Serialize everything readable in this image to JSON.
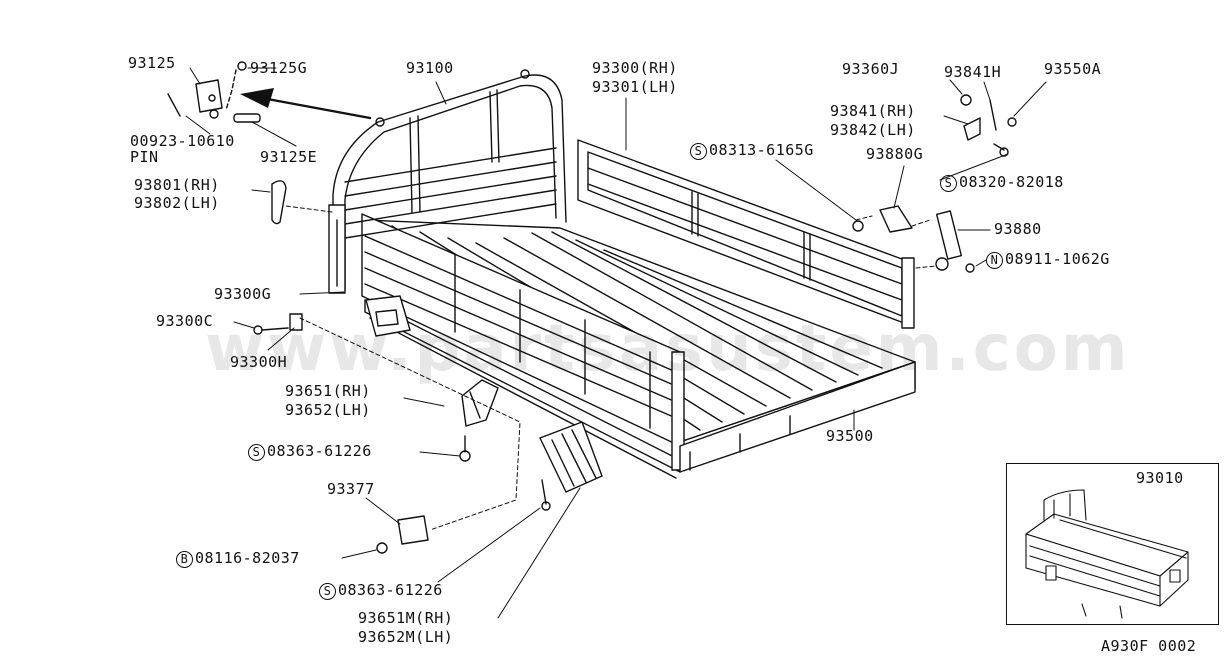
{
  "diagram": {
    "watermark": "www.partsasustem.com",
    "footer_code": "A930F 0002",
    "inset_label": "93010",
    "callouts": [
      {
        "id": "93125",
        "text": "93125"
      },
      {
        "id": "93125G",
        "text": "93125G"
      },
      {
        "id": "93100",
        "text": "93100"
      },
      {
        "id": "00923-10610",
        "text": "00923-10610"
      },
      {
        "id": "pin",
        "text": "PIN"
      },
      {
        "id": "93125E",
        "text": "93125E"
      },
      {
        "id": "93801",
        "text": "93801(RH)"
      },
      {
        "id": "93802",
        "text": "93802(LH)"
      },
      {
        "id": "93300",
        "text": "93300(RH)"
      },
      {
        "id": "93301",
        "text": "93301(LH)"
      },
      {
        "id": "93360J",
        "text": "93360J"
      },
      {
        "id": "93841H",
        "text": "93841H"
      },
      {
        "id": "93550A",
        "text": "93550A"
      },
      {
        "id": "93841",
        "text": "93841(RH)"
      },
      {
        "id": "93842",
        "text": "93842(LH)"
      },
      {
        "id": "08313-6165G",
        "text": "08313-6165G",
        "prefix": "S"
      },
      {
        "id": "93880G",
        "text": "93880G"
      },
      {
        "id": "08320-82018",
        "text": "08320-82018",
        "prefix": "S"
      },
      {
        "id": "93880",
        "text": "93880"
      },
      {
        "id": "08911-1062G",
        "text": "08911-1062G",
        "prefix": "N"
      },
      {
        "id": "93300G",
        "text": "93300G"
      },
      {
        "id": "93300C",
        "text": "93300C"
      },
      {
        "id": "93300H",
        "text": "93300H"
      },
      {
        "id": "93651",
        "text": "93651(RH)"
      },
      {
        "id": "93652",
        "text": "93652(LH)"
      },
      {
        "id": "08363-61226-a",
        "text": "08363-61226",
        "prefix": "S"
      },
      {
        "id": "93500",
        "text": "93500"
      },
      {
        "id": "93377",
        "text": "93377"
      },
      {
        "id": "08116-82037",
        "text": "08116-82037",
        "prefix": "B"
      },
      {
        "id": "08363-61226-b",
        "text": "08363-61226",
        "prefix": "S"
      },
      {
        "id": "93651M",
        "text": "93651M(RH)"
      },
      {
        "id": "93652M",
        "text": "93652M(LH)"
      }
    ]
  }
}
